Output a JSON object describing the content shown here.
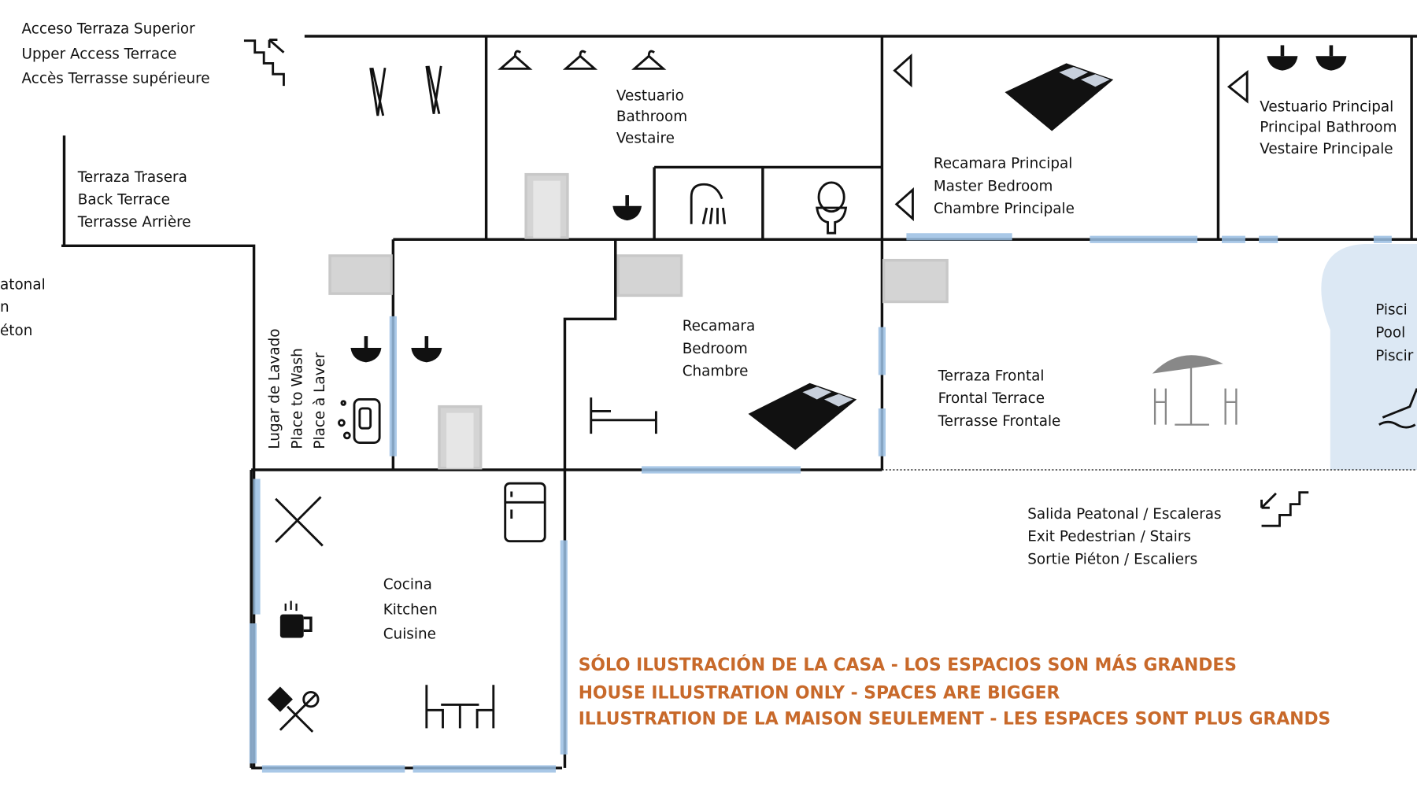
{
  "colors": {
    "walls": "#111111",
    "windows": "#9bbfe3",
    "pool": "#dce8f4",
    "note": "#c8692a",
    "furniture_grey": "#d4d4d4"
  },
  "rooms": {
    "upper_access": [
      "Acceso Terraza Superior",
      "Upper Access Terrace",
      "Accès Terrasse supérieure"
    ],
    "back_terrace": [
      "Terraza Trasera",
      "Back Terrace",
      "Terrasse Arrière"
    ],
    "pedestrian_left": [
      "atonal",
      "n",
      "éton"
    ],
    "bathroom": [
      "Vestuario",
      "Bathroom",
      "Vestaire"
    ],
    "master_bedroom": [
      "Recamara Principal",
      "Master Bedroom",
      "Chambre Principale"
    ],
    "principal_bathroom": [
      "Vestuario Principal",
      "Principal Bathroom",
      "Vestaire Principale"
    ],
    "wash_place": [
      "Lugar de Lavado",
      "Place to Wash",
      "Place à Laver"
    ],
    "bedroom": [
      "Recamara",
      "Bedroom",
      "Chambre"
    ],
    "front_terrace": [
      "Terraza Frontal",
      "Frontal Terrace",
      "Terrasse Frontale"
    ],
    "pool": [
      "Pisci",
      "Pool",
      "Piscir"
    ],
    "exit": [
      "Salida Peatonal / Escaleras",
      "Exit Pedestrian / Stairs",
      "Sortie Piéton / Escaliers"
    ],
    "kitchen": [
      "Cocina",
      "Kitchen",
      "Cuisine"
    ]
  },
  "note": [
    "SÓLO ILUSTRACIÓN DE LA CASA - LOS ESPACIOS SON MÁS GRANDES",
    "HOUSE ILLUSTRATION ONLY - SPACES ARE BIGGER",
    "ILLUSTRATION DE LA MAISON SEULEMENT - LES ESPACES SONT PLUS GRANDS"
  ],
  "icons": [
    "stairs-up-icon",
    "clothespin-icon",
    "hanger-icon",
    "door-icon",
    "sink-icon",
    "shower-icon",
    "toilet-icon",
    "double-bed-icon",
    "single-bed-icon",
    "window-icon",
    "washing-icon",
    "umbrella-table-icon",
    "swimmer-icon",
    "stairs-down-icon",
    "utensils-icon",
    "coffee-icon",
    "fridge-icon",
    "spatula-icon",
    "dining-table-icon"
  ]
}
